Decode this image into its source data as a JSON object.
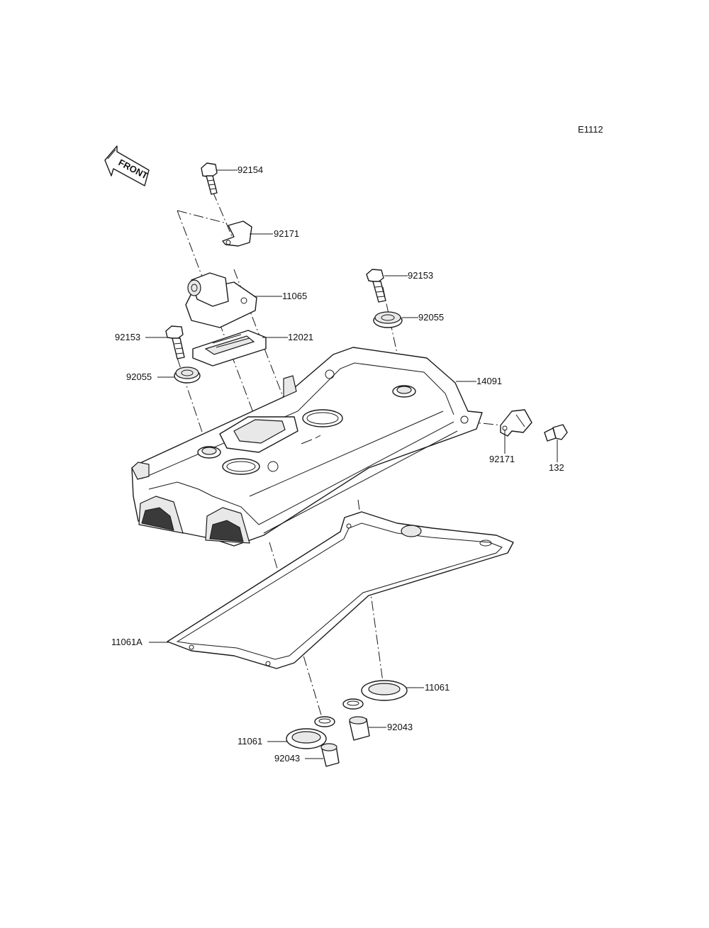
{
  "diagram_code": "E1112",
  "front_indicator": "FRONT",
  "callouts": {
    "bolt_top": "92154",
    "clamp_top": "92171",
    "breather_cover": "11065",
    "breather_plate": "12021",
    "bolt_left": "92153",
    "washer_left": "92055",
    "bolt_right": "92153",
    "washer_right": "92055",
    "head_cover": "14091",
    "clamp_right": "92171",
    "bolt_right_small": "132",
    "gasket_main": "11061A",
    "gasket_plug_right": "11061",
    "gasket_plug_left": "11061",
    "dowel_right": "92043",
    "dowel_left": "92043"
  }
}
